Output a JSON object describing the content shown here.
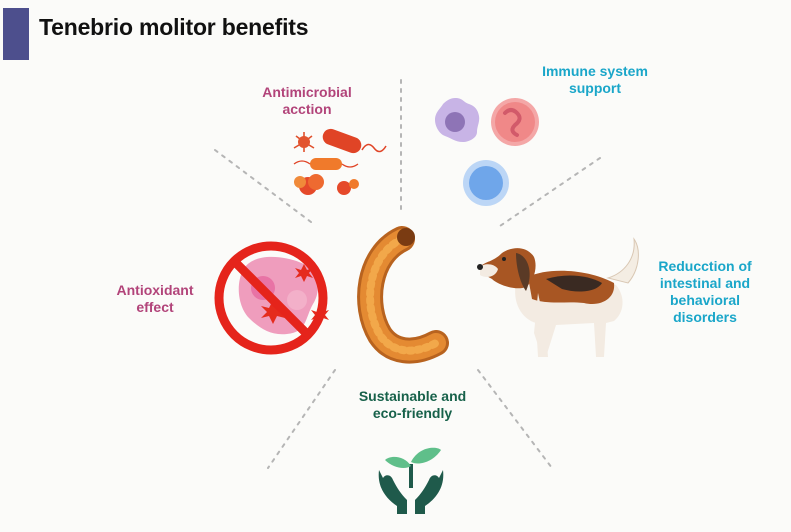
{
  "title": "Tenebrio molitor benefits",
  "benefits": {
    "antimicrobial": "Antimicrobial acction",
    "immune": "Immune system support",
    "antioxidant": "Antioxidant effect",
    "intestinal": "Reducction of intestinal and behavioral disorders",
    "sustainable": "Sustainable and eco-friendly"
  },
  "icons": {
    "antimicrobial": "bacteria-icon",
    "immune": "immune-cells-icon",
    "antioxidant": "no-free-radicals-icon",
    "center": "mealworm-icon",
    "intestinal": "dog-icon",
    "sustainable": "plant-in-hands-icon"
  },
  "colors": {
    "accent_bar": "#4d4f8d",
    "magenta_label": "#b2447a",
    "cyan_label": "#1aa6c9",
    "green_label": "#17614a"
  }
}
